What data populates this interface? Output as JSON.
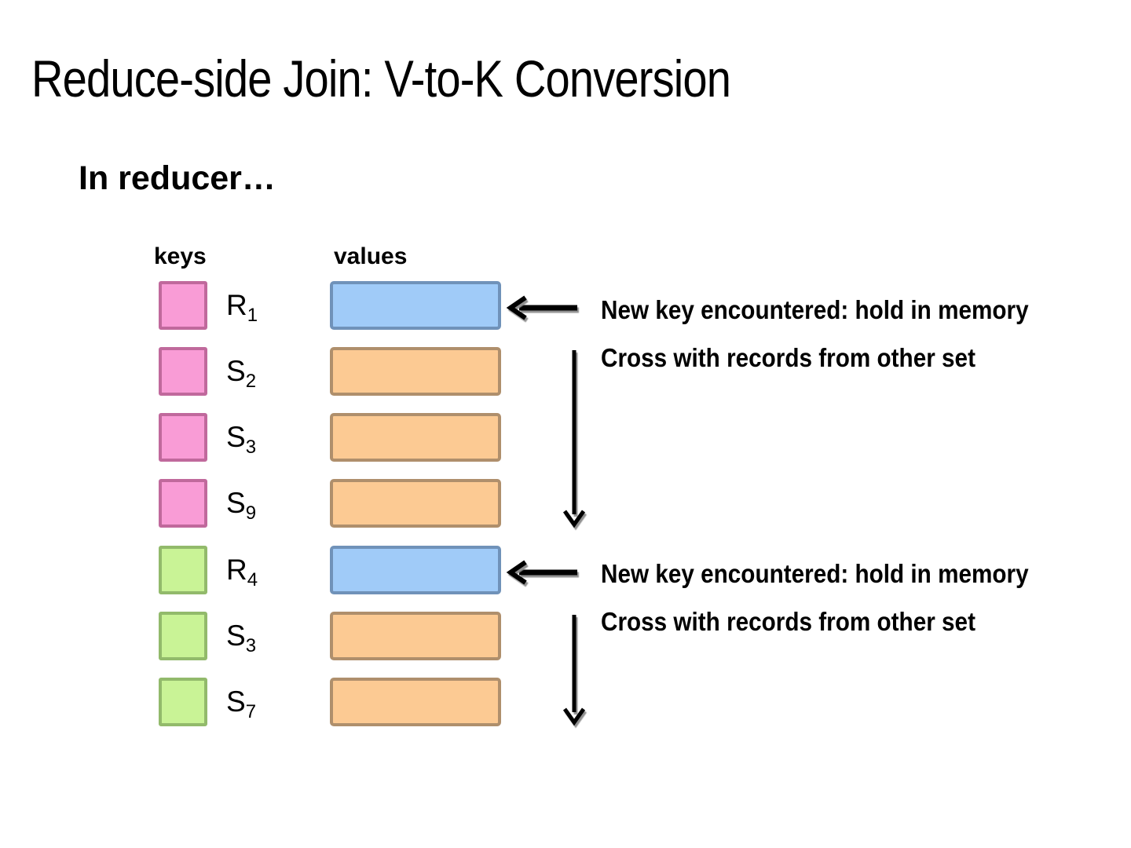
{
  "slide": {
    "title": "Reduce-side Join: V-to-K Conversion",
    "subtitle": "In reducer…",
    "columns": {
      "keys_label": "keys",
      "values_label": "values"
    },
    "rows": [
      {
        "key_set": "R",
        "key_sub": "1",
        "key_color": "pink",
        "value_color": "blue"
      },
      {
        "key_set": "S",
        "key_sub": "2",
        "key_color": "pink",
        "value_color": "orange"
      },
      {
        "key_set": "S",
        "key_sub": "3",
        "key_color": "pink",
        "value_color": "orange"
      },
      {
        "key_set": "S",
        "key_sub": "9",
        "key_color": "pink",
        "value_color": "orange"
      },
      {
        "key_set": "R",
        "key_sub": "4",
        "key_color": "green",
        "value_color": "blue"
      },
      {
        "key_set": "S",
        "key_sub": "3",
        "key_color": "green",
        "value_color": "orange"
      },
      {
        "key_set": "S",
        "key_sub": "7",
        "key_color": "green",
        "value_color": "orange"
      }
    ],
    "annotations": [
      {
        "new_key": "New key encountered: hold in memory",
        "cross": "Cross with records from other set"
      },
      {
        "new_key": "New key encountered: hold in memory",
        "cross": "Cross with records from other set"
      }
    ],
    "colors": {
      "pink_fill": "#F99CD6",
      "pink_border": "#C0699C",
      "green_fill": "#C9F396",
      "green_border": "#92BA6B",
      "blue_fill": "#A0CBF8",
      "blue_border": "#7092B9",
      "orange_fill": "#FCCA93",
      "orange_border": "#AF8F6C",
      "arrow": "#000000"
    }
  }
}
